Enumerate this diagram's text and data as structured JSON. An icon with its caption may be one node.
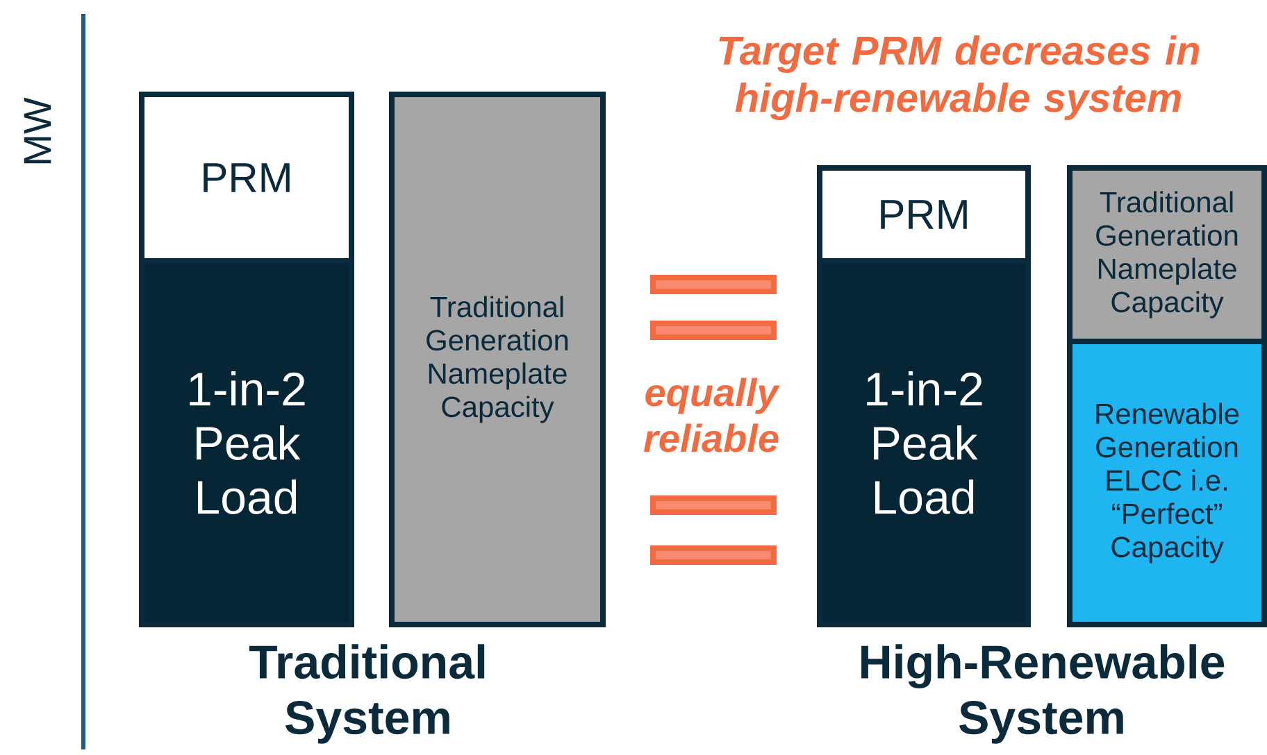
{
  "diagram": {
    "nodes": [
      {
        "text": [
          "PRM"
        ]
      },
      {
        "text": [
          "1-in-2 Peak Load"
        ]
      },
      {
        "text": [
          "Traditional Generation Nameplate Capacity"
        ]
      },
      {
        "text": [
          "PRM"
        ]
      },
      {
        "text": [
          "1-in-2 Peak Load"
        ]
      },
      {
        "text": [
          "Traditional Generation Nameplate Capacity"
        ]
      },
      {
        "text": [
          "Renewable Generation ELCC i.e. “Perfect” Capacity"
        ]
      }
    ],
    "labels": [
      "MW",
      "Target PRM decreases in high-renewable system",
      "equally reliable",
      "Traditional System",
      "High-Renewable System"
    ]
  }
}
